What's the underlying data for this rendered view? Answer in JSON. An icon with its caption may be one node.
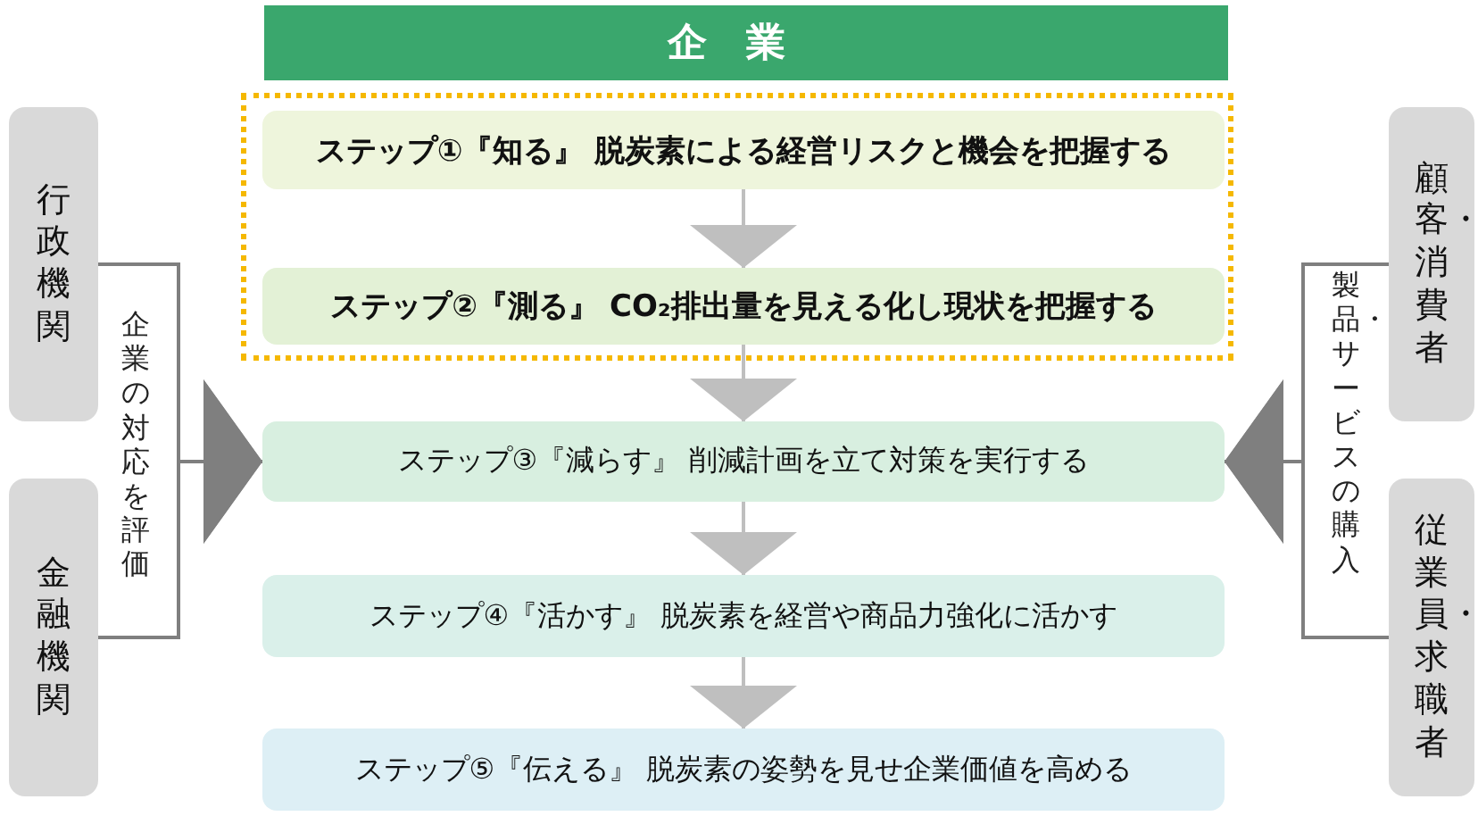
{
  "diagram": {
    "nodes": [
      {
        "text": [
          "企業"
        ]
      },
      {
        "text": [],
        "shape": "box"
      },
      {
        "text": [
          "ステップ①『知る』 脱炭素による経営リスクと機会を把握する"
        ],
        "in": 1
      },
      {
        "text": [
          "ステップ②『測る』 CO₂排出量を見える化し現状を把握する"
        ],
        "in": 1
      },
      {
        "text": [
          "ステップ③『減らす』 削減計画を立て対策を実行する"
        ]
      },
      {
        "text": [
          "ステップ④『活かす』 脱炭素を経営や商品力強化に活かす"
        ]
      },
      {
        "text": [
          "ステップ⑤『伝える』 脱炭素の姿勢を見せ企業価値を高める"
        ]
      },
      {
        "text": [
          "行政機関"
        ]
      },
      {
        "text": [
          "金融機関"
        ]
      },
      {
        "text": [
          "顧客・消費者"
        ]
      },
      {
        "text": [
          "従業員・求職者"
        ]
      }
    ],
    "edges": [
      {
        "from": 2,
        "to": 3,
        "arrow": "to"
      },
      {
        "from": 3,
        "to": 4,
        "arrow": "to"
      },
      {
        "from": 4,
        "to": 5,
        "arrow": "to"
      },
      {
        "from": 5,
        "to": 6,
        "arrow": "to"
      },
      {
        "from": 7,
        "to": 4,
        "arrow": "to"
      },
      {
        "from": 8,
        "to": 4,
        "arrow": "to"
      },
      {
        "from": 9,
        "to": 4,
        "arrow": "to"
      },
      {
        "from": 10,
        "to": 4,
        "arrow": "to"
      }
    ],
    "labels": [
      "企業の対応を評価",
      "製品・サービスの購入"
    ]
  }
}
